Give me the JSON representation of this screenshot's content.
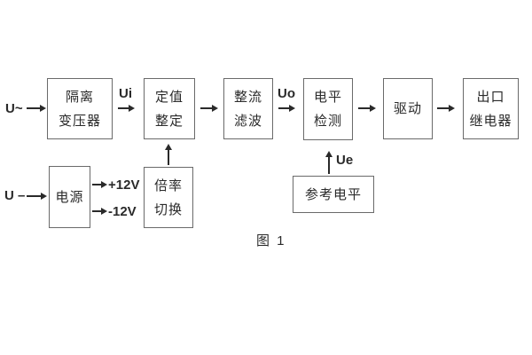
{
  "figure": {
    "caption": "图 1"
  },
  "colors": {
    "background": "#ffffff",
    "box_border": "#6a6a6a",
    "text": "#2a2a2a",
    "line": "#2a2a2a"
  },
  "blocks": {
    "isolation_transformer": {
      "line1": "隔离",
      "line2": "变压器"
    },
    "setting_adjust": {
      "line1": "定值",
      "line2": "整定"
    },
    "rectifier_filter": {
      "line1": "整流",
      "line2": "滤波"
    },
    "level_detect": {
      "line1": "电平",
      "line2": "检测"
    },
    "driver": {
      "label": "驱动"
    },
    "output_relay": {
      "line1": "出口",
      "line2": "继电器"
    },
    "power_supply": {
      "label": "电源"
    },
    "ratio_switch": {
      "line1": "倍率",
      "line2": "切换"
    },
    "reference_level": {
      "label": "参考电平"
    }
  },
  "signals": {
    "ac_input": "U~",
    "dc_input": "U –",
    "ui": "Ui",
    "uo": "Uo",
    "ue": "Ue",
    "plus_12v": "+12V",
    "minus_12v": "-12V"
  }
}
